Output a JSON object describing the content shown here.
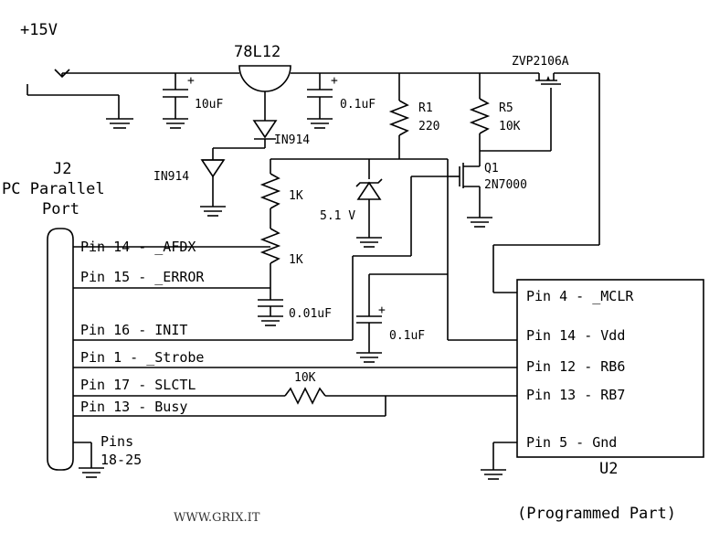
{
  "power": {
    "supply": "+15V",
    "regulator": "78L12",
    "mosfet_p": "ZVP2106A"
  },
  "caps": {
    "c_in": "10uF",
    "c_out": "0.1uF",
    "c_mclr": "0.01uF",
    "c_vdd": "0.1uF",
    "plus": "+"
  },
  "resistors": {
    "r1_name": "R1",
    "r1_value": "220",
    "r5_name": "R5",
    "r5_value": "10K",
    "r_a": "1K",
    "r_b": "1K",
    "r_series": "10K"
  },
  "diodes": {
    "d1": "IN914",
    "d2": "IN914",
    "zener": "5.1 V"
  },
  "transistor": {
    "name": "Q1",
    "part": "2N7000"
  },
  "connector": {
    "ref": "J2",
    "line1": "PC Parallel",
    "line2": "Port",
    "pins": [
      "Pin 14 - _AFDX",
      "Pin 15 - _ERROR",
      "Pin 16 -  INIT",
      "Pin  1 - _Strobe",
      "Pin 17 -  SLCTL",
      "Pin 13 - Busy"
    ],
    "ground_pins_1": "Pins",
    "ground_pins_2": "18-25"
  },
  "chip": {
    "ref": "U2",
    "pins": [
      "Pin  4 - _MCLR",
      "Pin 14 - Vdd",
      "Pin 12 - RB6",
      "Pin 13 - RB7",
      "Pin  5 - Gnd"
    ],
    "note": "(Programmed Part)"
  },
  "watermark": "WWW.GRIX.IT"
}
